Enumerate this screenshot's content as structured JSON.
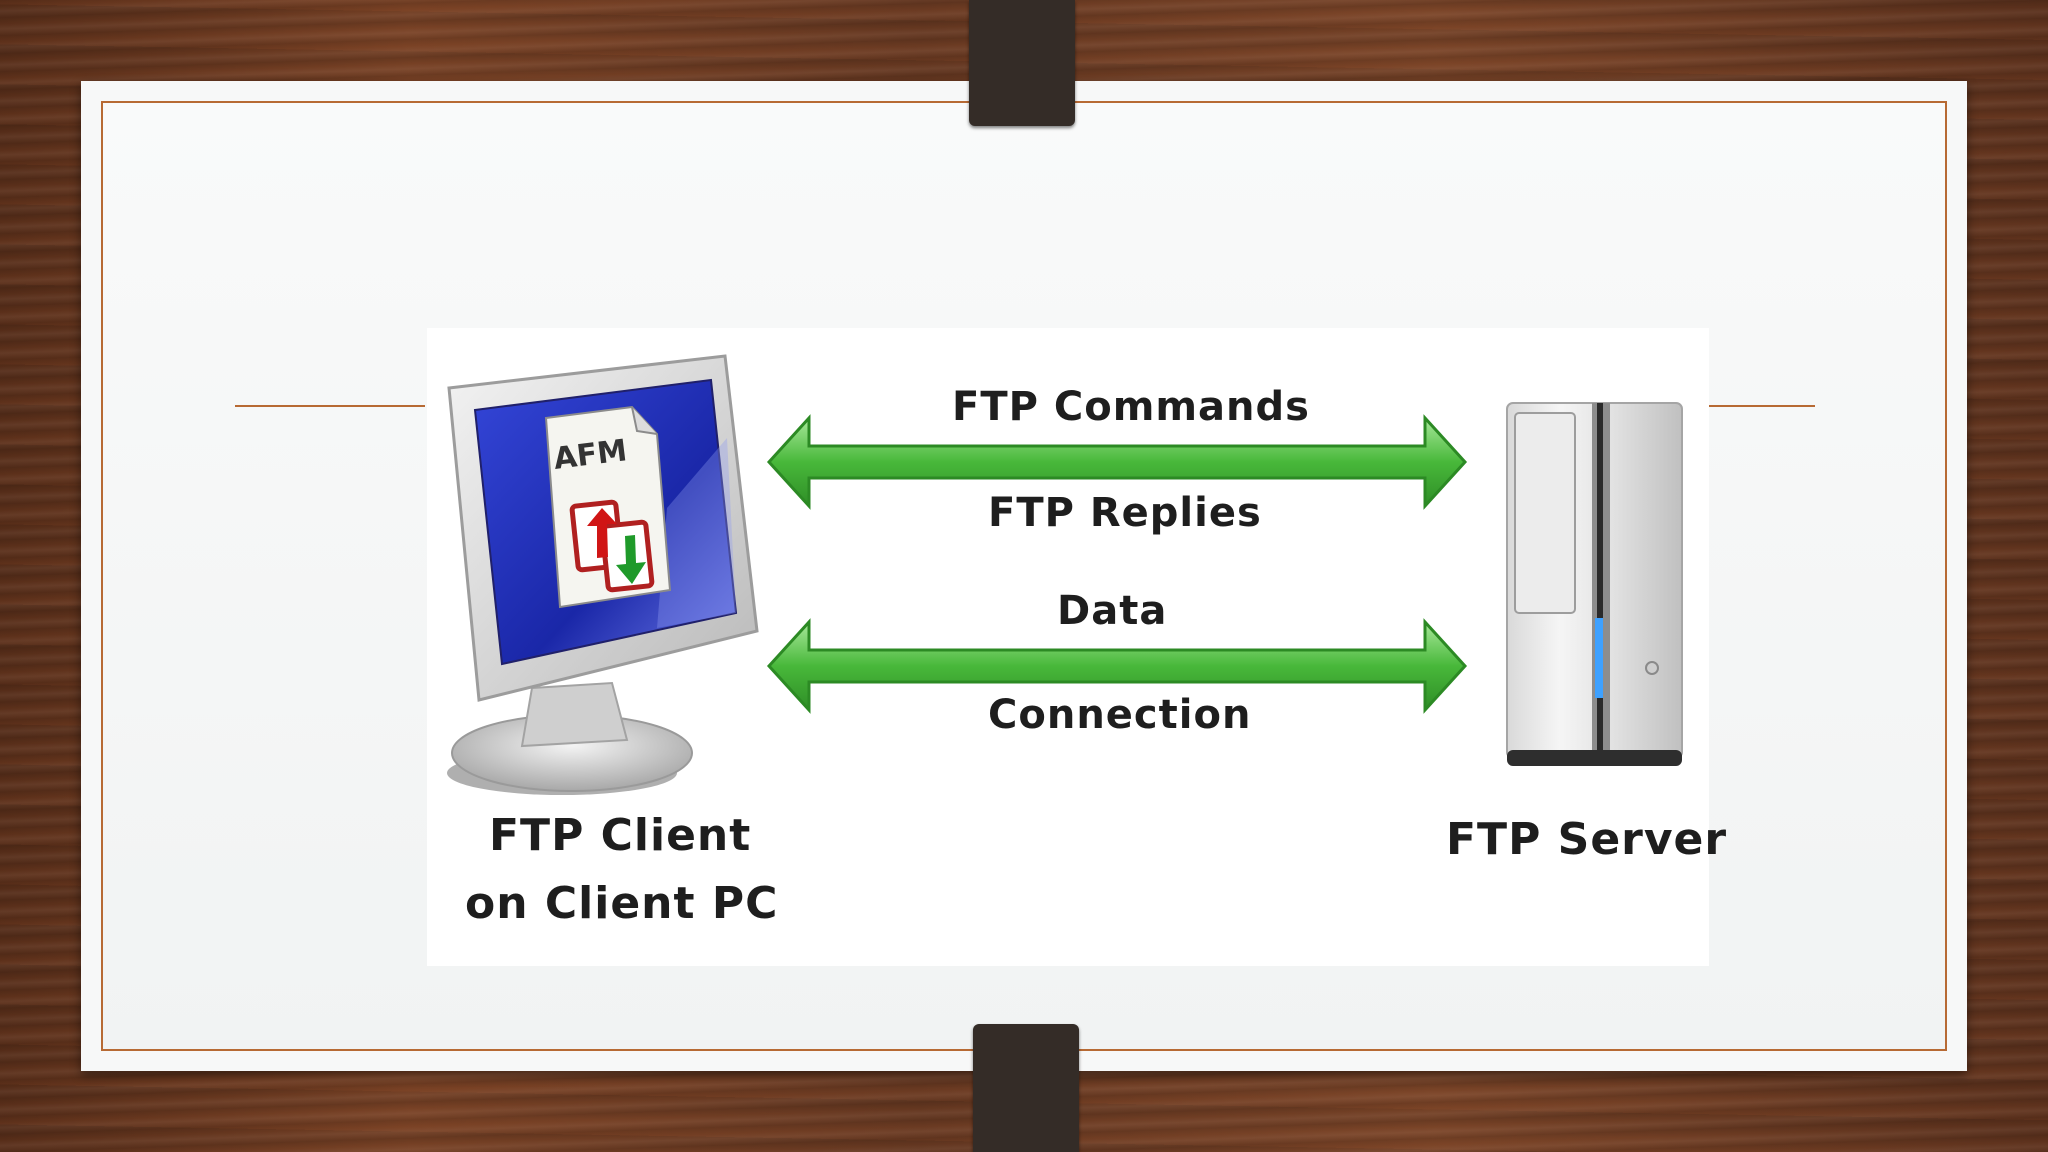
{
  "diagram": {
    "client_label_line1": "FTP Client",
    "client_label_line2": "on Client PC",
    "client_screen_text": "AFM",
    "server_label": "FTP Server",
    "top_arrow_above": "FTP Commands",
    "top_arrow_below": "FTP Replies",
    "bottom_arrow_above": "Data",
    "bottom_arrow_below": "Connection"
  },
  "colors": {
    "accent_line": "#b76a34",
    "arrow_green": "#4caf3c",
    "screen_blue": "#1d2fb8",
    "clip": "#342c27"
  }
}
